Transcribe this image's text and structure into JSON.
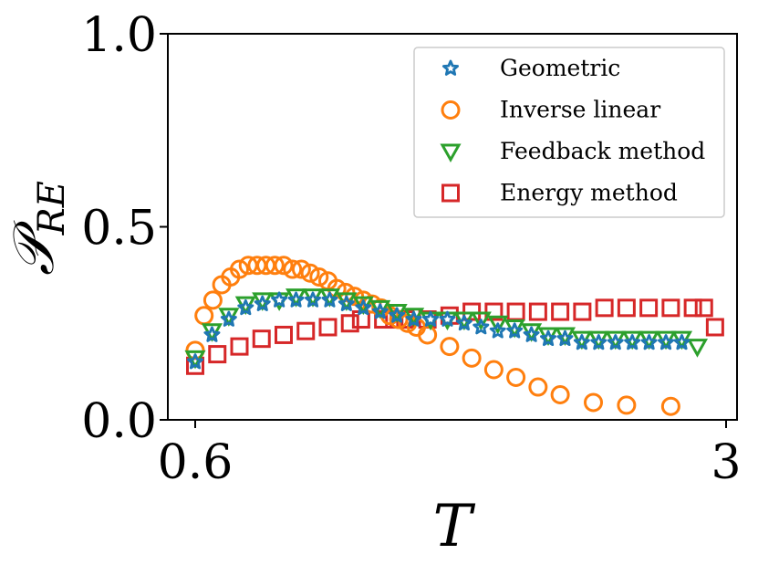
{
  "chart_data": {
    "type": "scatter",
    "xlabel": "T",
    "ylabel_main": "𝒫",
    "ylabel_sub": "RE",
    "xlim": [
      0.6,
      3.0
    ],
    "ylim": [
      0.0,
      1.0
    ],
    "x_ticks": [
      0.6,
      3
    ],
    "x_tick_labels": [
      "0.6",
      "3"
    ],
    "y_ticks": [
      0.0,
      0.5,
      1.0
    ],
    "y_tick_labels": [
      "0.0",
      "0.5",
      "1.0"
    ],
    "grid": false,
    "legend_position": "top-right",
    "series": [
      {
        "name": "Geometric",
        "marker": "star",
        "color": "#1f77b4",
        "x": [
          0.6,
          0.676,
          0.752,
          0.828,
          0.904,
          0.98,
          1.056,
          1.132,
          1.208,
          1.284,
          1.36,
          1.436,
          1.512,
          1.588,
          1.664,
          1.74,
          1.816,
          1.892,
          1.968,
          2.044,
          2.12,
          2.196,
          2.272,
          2.348,
          2.424,
          2.5,
          2.576,
          2.652,
          2.728,
          2.8
        ],
        "y": [
          0.15,
          0.22,
          0.26,
          0.29,
          0.3,
          0.31,
          0.31,
          0.31,
          0.31,
          0.3,
          0.29,
          0.28,
          0.27,
          0.26,
          0.26,
          0.26,
          0.25,
          0.24,
          0.23,
          0.23,
          0.22,
          0.21,
          0.21,
          0.2,
          0.2,
          0.2,
          0.2,
          0.2,
          0.2,
          0.2
        ]
      },
      {
        "name": "Inverse linear",
        "marker": "circle",
        "color": "#ff7f0e",
        "x": [
          0.6,
          0.64,
          0.68,
          0.72,
          0.76,
          0.8,
          0.84,
          0.88,
          0.92,
          0.96,
          1.0,
          1.04,
          1.08,
          1.12,
          1.16,
          1.2,
          1.24,
          1.28,
          1.32,
          1.36,
          1.4,
          1.44,
          1.48,
          1.52,
          1.56,
          1.6,
          1.65,
          1.75,
          1.85,
          1.95,
          2.05,
          2.15,
          2.25,
          2.4,
          2.55,
          2.75
        ],
        "y": [
          0.18,
          0.27,
          0.31,
          0.35,
          0.37,
          0.39,
          0.4,
          0.4,
          0.4,
          0.4,
          0.4,
          0.39,
          0.39,
          0.38,
          0.37,
          0.36,
          0.34,
          0.33,
          0.32,
          0.31,
          0.3,
          0.29,
          0.27,
          0.26,
          0.25,
          0.24,
          0.22,
          0.19,
          0.16,
          0.13,
          0.11,
          0.085,
          0.065,
          0.045,
          0.038,
          0.035
        ]
      },
      {
        "name": "Feedback method",
        "marker": "triangle-down",
        "color": "#2ca02c",
        "x": [
          0.6,
          0.676,
          0.752,
          0.828,
          0.904,
          0.98,
          1.056,
          1.132,
          1.208,
          1.284,
          1.36,
          1.436,
          1.512,
          1.588,
          1.664,
          1.74,
          1.816,
          1.892,
          1.968,
          2.044,
          2.12,
          2.196,
          2.272,
          2.348,
          2.424,
          2.5,
          2.576,
          2.652,
          2.728,
          2.8,
          2.87
        ],
        "y": [
          0.16,
          0.23,
          0.27,
          0.3,
          0.31,
          0.31,
          0.32,
          0.32,
          0.32,
          0.31,
          0.3,
          0.29,
          0.28,
          0.27,
          0.26,
          0.26,
          0.26,
          0.26,
          0.25,
          0.24,
          0.23,
          0.22,
          0.22,
          0.21,
          0.21,
          0.21,
          0.21,
          0.21,
          0.21,
          0.21,
          0.19
        ]
      },
      {
        "name": "Energy method",
        "marker": "square",
        "color": "#d62728",
        "x": [
          0.6,
          0.7,
          0.8,
          0.9,
          1.0,
          1.1,
          1.2,
          1.3,
          1.35,
          1.45,
          1.5,
          1.55,
          1.65,
          1.75,
          1.85,
          1.95,
          2.05,
          2.15,
          2.25,
          2.35,
          2.45,
          2.55,
          2.65,
          2.75,
          2.85,
          2.9,
          2.95
        ],
        "y": [
          0.14,
          0.17,
          0.19,
          0.21,
          0.22,
          0.23,
          0.24,
          0.25,
          0.26,
          0.26,
          0.26,
          0.26,
          0.26,
          0.27,
          0.28,
          0.28,
          0.28,
          0.28,
          0.28,
          0.28,
          0.29,
          0.29,
          0.29,
          0.29,
          0.29,
          0.29,
          0.24
        ]
      }
    ]
  }
}
